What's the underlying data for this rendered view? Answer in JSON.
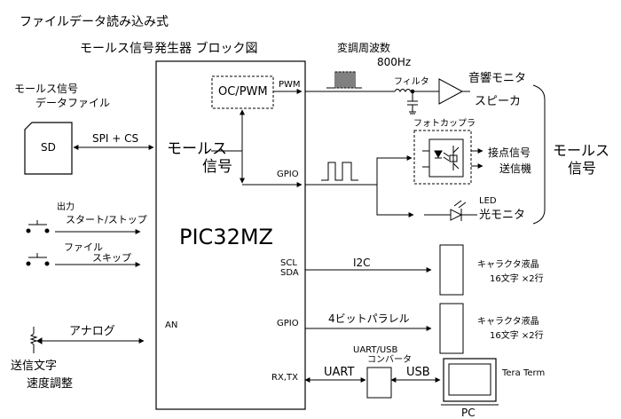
{
  "title": {
    "line1": "ファイルデータ読み込み式",
    "line2": "モールス信号発生器 ブロック図"
  },
  "sd_card": {
    "caption_line1": "モールス信号",
    "caption_line2": "データファイル",
    "label": "SD",
    "link_label": "SPI + CS"
  },
  "buttons": {
    "header": "出力",
    "start_stop": "スタート/ストップ",
    "file_label": "ファイル",
    "skip": "スキップ"
  },
  "analog": {
    "label": "アナログ",
    "caption_line1": "送信文字",
    "caption_line2": "速度調整"
  },
  "mcu": {
    "name": "PIC32MZ",
    "oc_pwm": "OC/PWM",
    "morse_line1": "モールス",
    "morse_line2": "信号",
    "pin_pwm": "PWM",
    "pin_gpio1": "GPIO",
    "pin_scl": "SCL",
    "pin_sda": "SDA",
    "pin_gpio2": "GPIO",
    "pin_an": "AN",
    "pin_rxtx": "RX,TX"
  },
  "outputs": {
    "mod_freq_line1": "変調周波数",
    "mod_freq_line2": "800Hz",
    "filter": "フィルタ",
    "audio_monitor": "音響モニタ",
    "speaker": "スピーカ",
    "photocoupler": "フォトカップラ",
    "contact_line1": "接点信号",
    "contact_line2": "送信機",
    "led": "LED",
    "light_monitor": "光モニタ",
    "morse_line1": "モールス",
    "morse_line2": "信号"
  },
  "lcd1": {
    "bus": "I2C",
    "name": "キャラクタ液晶",
    "spec": "16文字 ×2行"
  },
  "lcd2": {
    "bus": "4ビットパラレル",
    "name": "キャラクタ液晶",
    "spec": "16文字 ×2行"
  },
  "usb": {
    "uart": "UART",
    "converter_line1": "UART/USB",
    "converter_line2": "コンバータ",
    "usb": "USB",
    "tera_term": "Tera Term",
    "pc": "PC"
  }
}
